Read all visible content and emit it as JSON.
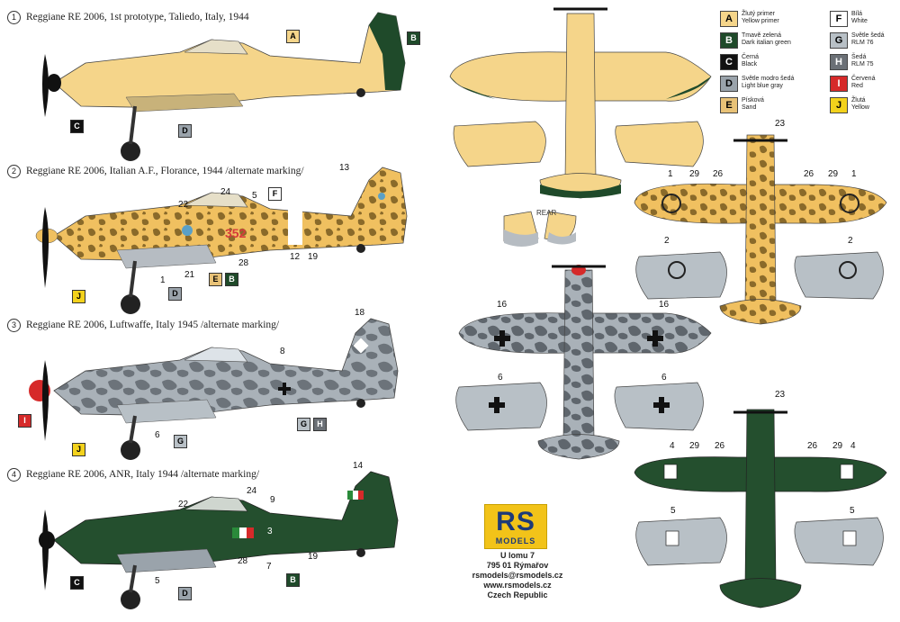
{
  "captions": [
    {
      "n": "1",
      "text": "Reggiane RE 2006, 1st prototype, Taliedo, Italy, 1944"
    },
    {
      "n": "2",
      "text": "Reggiane RE 2006, Italian A.F., Florance, 1944 /alternate marking/"
    },
    {
      "n": "3",
      "text": "Reggiane RE 2006, Luftwaffe, Italy 1945 /alternate marking/"
    },
    {
      "n": "4",
      "text": "Reggiane RE 2006, ANR, Italy 1944 /alternate marking/"
    }
  ],
  "legend": [
    {
      "code": "A",
      "cz": "Žlutý primer",
      "en": "Yellow primer",
      "color": "#f5d58a",
      "fg": "#222"
    },
    {
      "code": "B",
      "cz": "Tmavě zelená",
      "en": "Dark italian green",
      "color": "#1f4a2a",
      "fg": "#fff"
    },
    {
      "code": "C",
      "cz": "Černá",
      "en": "Black",
      "color": "#111111",
      "fg": "#fff"
    },
    {
      "code": "D",
      "cz": "Světle modro šedá",
      "en": "Light blue gray",
      "color": "#9aa3ab",
      "fg": "#222"
    },
    {
      "code": "E",
      "cz": "Písková",
      "en": "Sand",
      "color": "#e8c277",
      "fg": "#222"
    },
    {
      "code": "F",
      "cz": "Bílá",
      "en": "White",
      "color": "#ffffff",
      "fg": "#222"
    },
    {
      "code": "G",
      "cz": "Světle šedá",
      "en": "RLM 76",
      "color": "#b8c0c6",
      "fg": "#222"
    },
    {
      "code": "H",
      "cz": "Šedá",
      "en": "RLM 75",
      "color": "#6b7076",
      "fg": "#fff"
    },
    {
      "code": "I",
      "cz": "Červená",
      "en": "Red",
      "color": "#d62a2a",
      "fg": "#fff"
    },
    {
      "code": "J",
      "cz": "Žlutá",
      "en": "Yellow",
      "color": "#f3d21c",
      "fg": "#222"
    }
  ],
  "profile1": {
    "callouts": [
      "A",
      "B",
      "C",
      "D"
    ]
  },
  "profile2": {
    "numbers": [
      "22",
      "24",
      "5",
      "13",
      "12",
      "19",
      "28",
      "1",
      "21"
    ],
    "code": "352",
    "callouts": [
      "F",
      "J",
      "D",
      "E",
      "B"
    ]
  },
  "profile3": {
    "numbers": [
      "18",
      "8",
      "6"
    ],
    "callouts": [
      "I",
      "J",
      "G",
      "G",
      "H"
    ]
  },
  "profile4": {
    "numbers": [
      "14",
      "22",
      "24",
      "9",
      "3",
      "28",
      "7",
      "19",
      "5"
    ],
    "callouts": [
      "C",
      "D",
      "B"
    ]
  },
  "top_numbers": {
    "n23a": "23",
    "n1a": "1",
    "n29a": "29",
    "n26a": "26",
    "n26b": "26",
    "n29b": "29",
    "n1b": "1",
    "n2a": "2",
    "n2b": "2",
    "n16a": "16",
    "n16b": "16",
    "n6a": "6",
    "n6b": "6",
    "n23b": "23",
    "n4a": "4",
    "n29c": "29",
    "n26c": "26",
    "n26d": "26",
    "n29d": "29",
    "n4b": "4",
    "n5a": "5",
    "n5b": "5"
  },
  "rear_label": "REAR",
  "brand": {
    "letters": "RS",
    "models": "MODELS"
  },
  "address": [
    "U lomu 7",
    "795 01 Rýmařov",
    "rsmodels@rsmodels.cz",
    "www.rsmodels.cz",
    "Czech Republic"
  ]
}
